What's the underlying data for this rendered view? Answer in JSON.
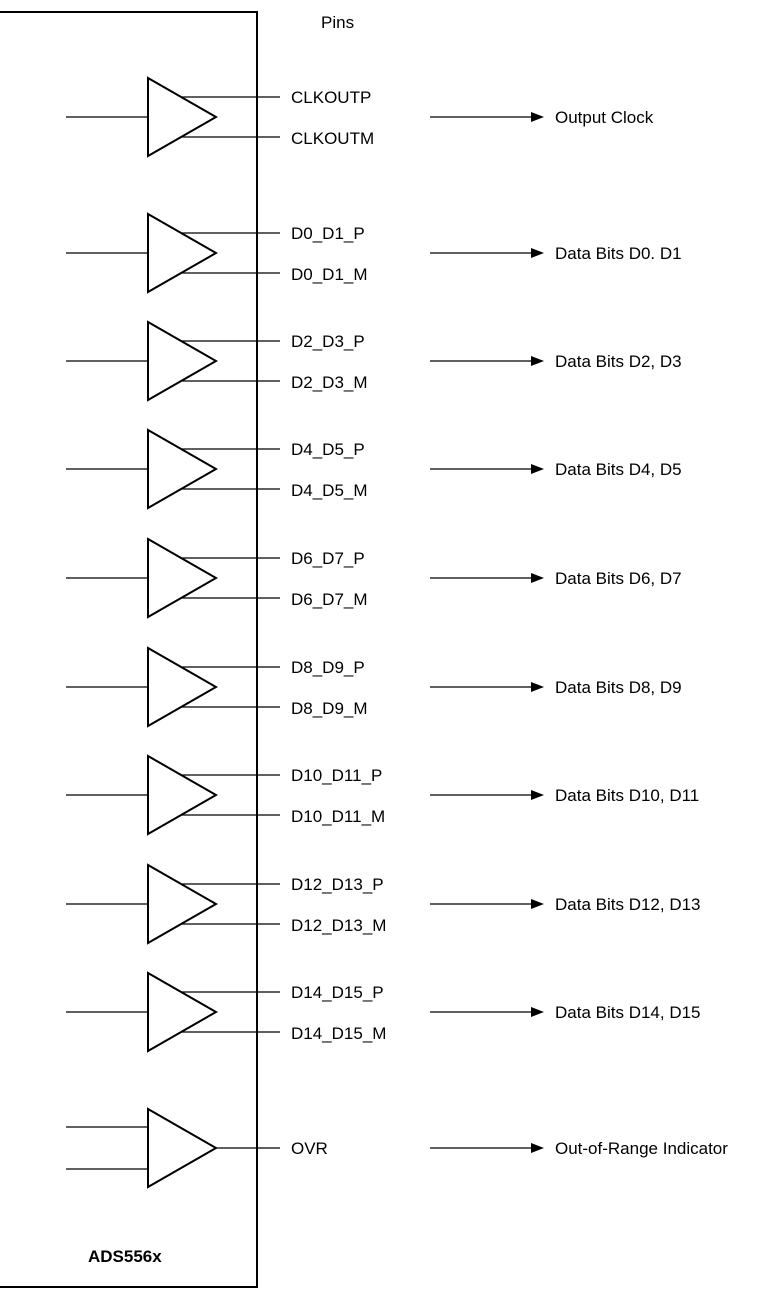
{
  "pins_header": "Pins",
  "chip_name": "ADS556x",
  "buffers": [
    {
      "pin_p": "CLKOUTP",
      "pin_m": "CLKOUTM",
      "signal": "Output Clock",
      "inputs": 1
    },
    {
      "pin_p": "D0_D1_P",
      "pin_m": "D0_D1_M",
      "signal": "Data Bits D0. D1",
      "inputs": 1
    },
    {
      "pin_p": "D2_D3_P",
      "pin_m": "D2_D3_M",
      "signal": "Data Bits D2, D3",
      "inputs": 1
    },
    {
      "pin_p": "D4_D5_P",
      "pin_m": "D4_D5_M",
      "signal": "Data Bits D4, D5",
      "inputs": 1
    },
    {
      "pin_p": "D6_D7_P",
      "pin_m": "D6_D7_M",
      "signal": "Data Bits D6, D7",
      "inputs": 1
    },
    {
      "pin_p": "D8_D9_P",
      "pin_m": "D8_D9_M",
      "signal": "Data Bits D8, D9",
      "inputs": 1
    },
    {
      "pin_p": "D10_D11_P",
      "pin_m": "D10_D11_M",
      "signal": "Data Bits D10, D11",
      "inputs": 1
    },
    {
      "pin_p": "D12_D13_P",
      "pin_m": "D12_D13_M",
      "signal": "Data Bits D12, D13",
      "inputs": 1
    },
    {
      "pin_p": "D14_D15_P",
      "pin_m": "D14_D15_M",
      "signal": "Data Bits D14, D15",
      "inputs": 1
    }
  ],
  "ovr": {
    "pin": "OVR",
    "signal": "Out-of-Range Indicator",
    "inputs": 2
  }
}
